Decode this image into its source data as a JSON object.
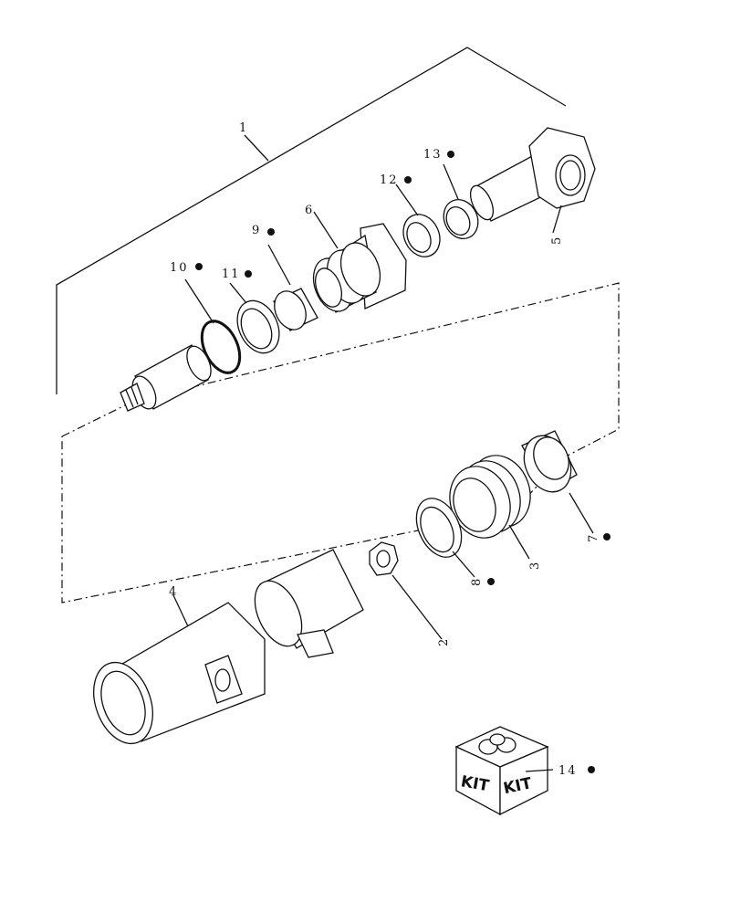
{
  "diagram": {
    "title": "",
    "callouts": [
      {
        "id": "callout-1",
        "label": "1",
        "bullet": false
      },
      {
        "id": "callout-2",
        "label": "2",
        "bullet": false
      },
      {
        "id": "callout-3",
        "label": "3",
        "bullet": false
      },
      {
        "id": "callout-4",
        "label": "4",
        "bullet": false
      },
      {
        "id": "callout-5",
        "label": "5",
        "bullet": false
      },
      {
        "id": "callout-6",
        "label": "6",
        "bullet": false
      },
      {
        "id": "callout-7",
        "label": "7",
        "bullet": true
      },
      {
        "id": "callout-8",
        "label": "8",
        "bullet": true
      },
      {
        "id": "callout-9",
        "label": "9",
        "bullet": true
      },
      {
        "id": "callout-10",
        "label": "10",
        "bullet": true
      },
      {
        "id": "callout-11",
        "label": "11",
        "bullet": true
      },
      {
        "id": "callout-12",
        "label": "12",
        "bullet": true
      },
      {
        "id": "callout-13",
        "label": "13",
        "bullet": true
      },
      {
        "id": "callout-14",
        "label": "14",
        "bullet": true
      }
    ],
    "kit_box": {
      "face_left_text": "KIT",
      "face_right_text": "KIT"
    },
    "colors": {
      "ink": "#111111",
      "background": "#ffffff"
    }
  }
}
